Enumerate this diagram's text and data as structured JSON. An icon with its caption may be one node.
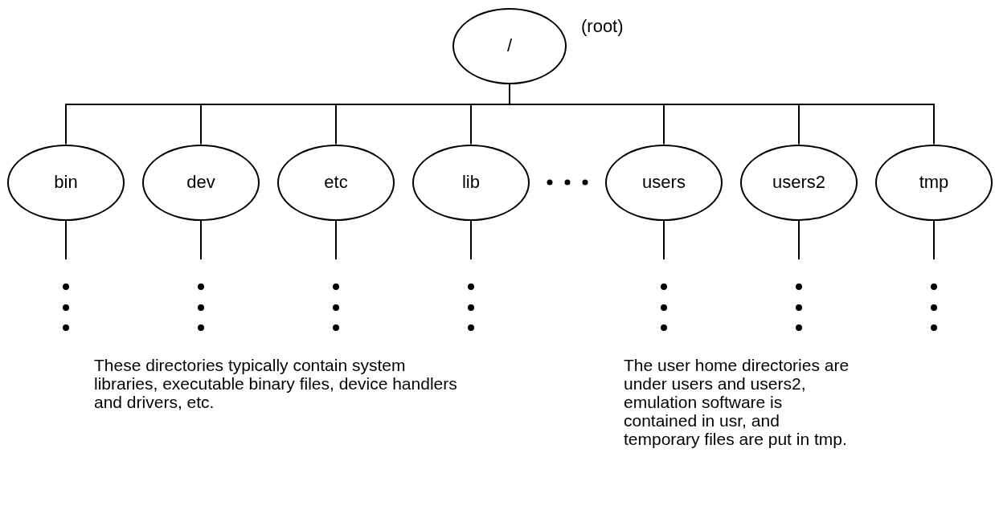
{
  "diagram": {
    "nodes": [
      {
        "text": [
          "/"
        ],
        "beside": [
          "(root)"
        ]
      },
      {
        "text": [
          "bin"
        ]
      },
      {
        "text": [
          "dev"
        ]
      },
      {
        "text": [
          "etc"
        ]
      },
      {
        "text": [
          "lib"
        ]
      },
      {
        "text": [
          "users"
        ]
      },
      {
        "text": [
          "users2"
        ]
      },
      {
        "text": [
          "tmp"
        ]
      }
    ],
    "edges": [
      {
        "from": 0,
        "to": 1,
        "arrow": "none"
      },
      {
        "from": 0,
        "to": 2,
        "arrow": "none"
      },
      {
        "from": 0,
        "to": 3,
        "arrow": "none"
      },
      {
        "from": 0,
        "to": 4,
        "arrow": "none"
      },
      {
        "from": 0,
        "to": 5,
        "arrow": "none"
      },
      {
        "from": 0,
        "to": 6,
        "arrow": "none"
      },
      {
        "from": 0,
        "to": 7,
        "arrow": "none"
      },
      {
        "from": 1,
        "to": null,
        "arrow": "none"
      },
      {
        "from": 2,
        "to": null,
        "arrow": "none"
      },
      {
        "from": 3,
        "to": null,
        "arrow": "none"
      },
      {
        "from": 4,
        "to": null,
        "arrow": "none"
      },
      {
        "from": 5,
        "to": null,
        "arrow": "none"
      },
      {
        "from": 6,
        "to": null,
        "arrow": "none"
      },
      {
        "from": 7,
        "to": null,
        "arrow": "none"
      }
    ],
    "labels": [
      "These directories typically contain system libraries, executable binary files, device handlers and drivers, etc.",
      "The user home directories are under users and users2, emulation software is contained in usr, and temporary files are put in tmp."
    ]
  }
}
